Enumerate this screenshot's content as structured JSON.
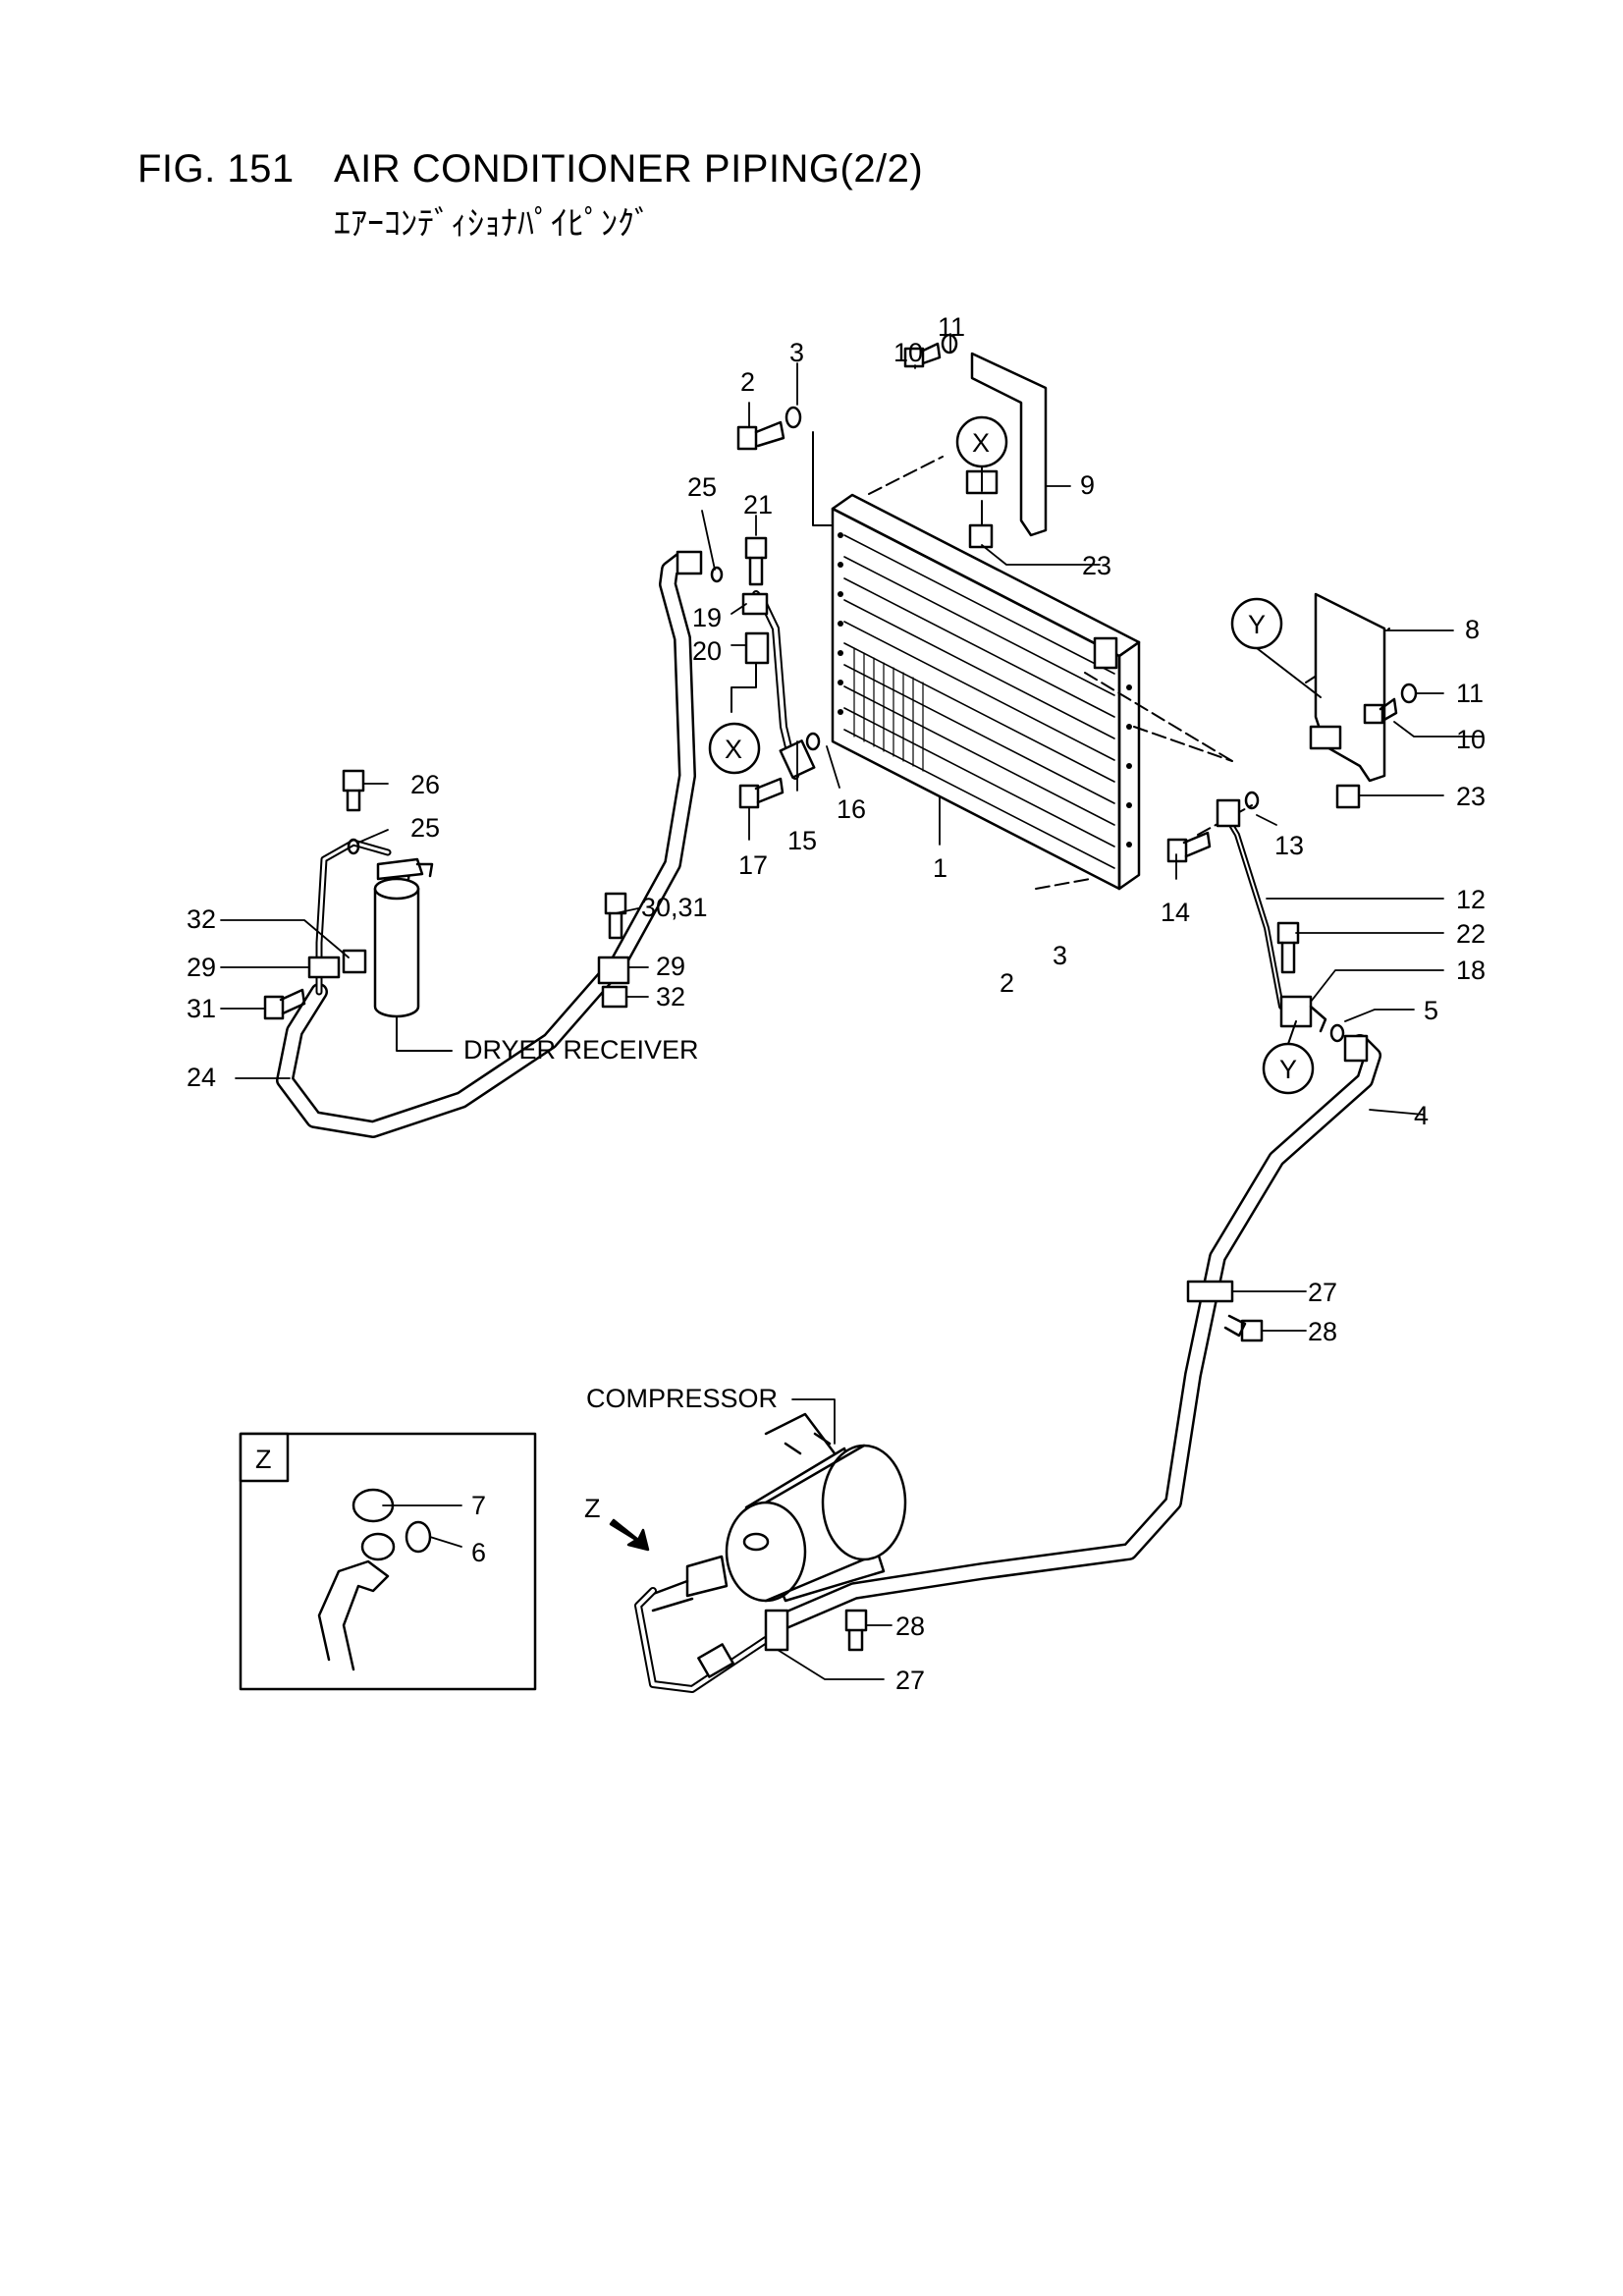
{
  "header": {
    "fig_number": "FIG. 151",
    "title": "AIR CONDITIONER PIPING(2/2)",
    "subtitle": "ｴｱｰｺﾝﾃﾞｨｼｮﾅﾊﾟｲﾋﾟﾝｸﾞ"
  },
  "labels": {
    "condenser": "1",
    "bolt_top": "2",
    "bolt_bottom": "2",
    "washer_top": "3",
    "washer_bottom": "3",
    "hose_4": "4",
    "oring_5": "5",
    "cap_7": "7",
    "oring_6": "6",
    "bracket_8": "8",
    "bracket_9": "9",
    "bolt_10_top": "10",
    "bolt_10_right": "10",
    "washer_11_top": "11",
    "washer_11_right": "11",
    "pipe_12": "12",
    "oring_13": "13",
    "bolt_14": "14",
    "fitting_15": "15",
    "oring_16": "16",
    "bolt_17": "17",
    "clip_18": "18",
    "clip_19": "19",
    "collar_20": "20",
    "bolt_21": "21",
    "bolt_22": "22",
    "nut_23_top": "23",
    "nut_23_right": "23",
    "hose_24": "24",
    "oring_25_top": "25",
    "oring_25_left": "25",
    "cap_26": "26",
    "clamp_27_top": "27",
    "clamp_27_bottom": "27",
    "bolt_28_top": "28",
    "bolt_28_bottom": "28",
    "clamp_29_left": "29",
    "clamp_29_mid": "29",
    "bolt_3031": "30,31",
    "bolt_31": "31",
    "nut_32_left": "32",
    "nut_32_mid": "32",
    "dryer_receiver": "DRYER RECEIVER",
    "compressor": "COMPRESSOR",
    "view_z": "Z",
    "view_z_box": "Z",
    "ref_x_top": "X",
    "ref_x_left": "X",
    "ref_y_right": "Y",
    "ref_y_bottom": "Y"
  }
}
